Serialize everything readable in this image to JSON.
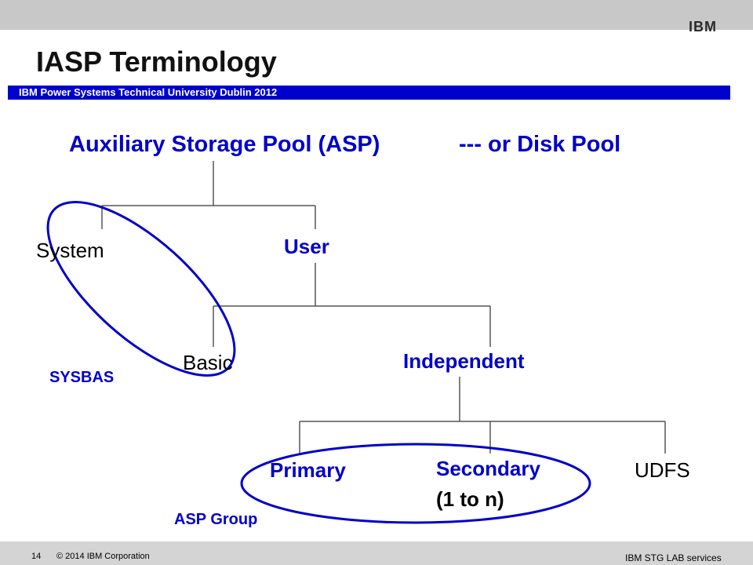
{
  "slide": {
    "title": "IASP Terminology",
    "logo": "IBM",
    "banner": "IBM Power Systems Technical  University Dublin 2012",
    "footer_page": "14",
    "footer_copyright": "© 2014 IBM Corporation",
    "footer_right": "IBM STG LAB services"
  },
  "diagram": {
    "root": "Auxiliary Storage Pool (ASP)",
    "root_alias": "--- or Disk Pool",
    "system": "System",
    "user": "User",
    "basic": "Basic",
    "independent": "Independent",
    "primary": "Primary",
    "secondary": "Secondary",
    "secondary_range": "(1 to n)",
    "udfs": "UDFS",
    "sysbas": "SYSBAS",
    "asp_group": "ASP Group"
  },
  "colors": {
    "accent": "#0000cc",
    "banner": "#0000cc",
    "topbar": "#c8c8c8",
    "bottombar": "#d4d4d4"
  }
}
